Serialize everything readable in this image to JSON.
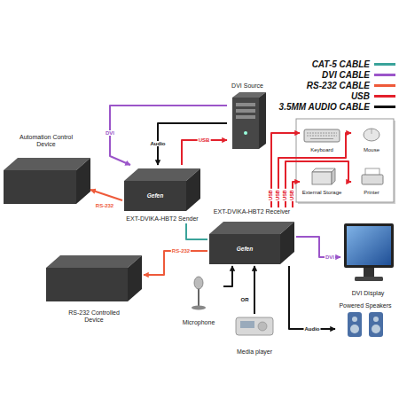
{
  "diagram": {
    "nodes": [
      {
        "text": [
          "DVI Source"
        ]
      },
      {
        "text": [
          "Automation Control Device"
        ]
      },
      {
        "text": [
          "EXT-DVIKA-HBT2 Sender"
        ]
      },
      {
        "text": [
          "EXT-DVIKA-HBT2 Receiver"
        ]
      },
      {
        "text": [
          "Keyboard"
        ]
      },
      {
        "text": [
          "Mouse"
        ]
      },
      {
        "text": [
          "External Storage"
        ]
      },
      {
        "text": [
          "Printer"
        ]
      },
      {
        "text": [
          "DVI Display"
        ]
      },
      {
        "text": [
          "Powered Speakers"
        ]
      },
      {
        "text": [
          "RS-232 Controlled Device"
        ]
      },
      {
        "text": [
          "Microphone"
        ]
      },
      {
        "text": [
          "Media player"
        ]
      }
    ],
    "edges": [
      {
        "from": 0,
        "to": 2,
        "label": "DVI",
        "arrow": "to"
      },
      {
        "from": 0,
        "to": 2,
        "label": "Audio",
        "arrow": "to"
      },
      {
        "from": 2,
        "to": 0,
        "label": "USB",
        "arrow": "to"
      },
      {
        "from": 2,
        "to": 1,
        "label": "RS-232",
        "arrow": "to"
      },
      {
        "from": 2,
        "to": 3,
        "arrow": "none"
      },
      {
        "from": 3,
        "to": 4,
        "label": "USB",
        "arrow": "to"
      },
      {
        "from": 3,
        "to": 5,
        "label": "USB",
        "arrow": "to"
      },
      {
        "from": 3,
        "to": 6,
        "label": "USB",
        "arrow": "to"
      },
      {
        "from": 3,
        "to": 7,
        "label": "USB",
        "arrow": "to"
      },
      {
        "from": 3,
        "to": 8,
        "label": "DVI",
        "arrow": "to"
      },
      {
        "from": 3,
        "to": 10,
        "label": "RS-232",
        "arrow": "to"
      },
      {
        "from": 3,
        "to": 9,
        "label": "Audio",
        "arrow": "to"
      },
      {
        "from": 11,
        "to": 3,
        "arrow": "to"
      },
      {
        "from": 12,
        "to": 3,
        "arrow": "to"
      }
    ],
    "labels": [
      "Gefen",
      "Gefen",
      "OR"
    ],
    "legend": [
      {
        "text": "CAT-5 CABLE",
        "color": "#3aa39a"
      },
      {
        "text": "DVI CABLE",
        "color": "#9b55c9"
      },
      {
        "text": "RS-232 CABLE",
        "color": "#ee5a3a"
      },
      {
        "text": "USB",
        "color": "#e3202b"
      },
      {
        "text": "3.5MM AUDIO CABLE",
        "color": "#111111"
      }
    ]
  }
}
